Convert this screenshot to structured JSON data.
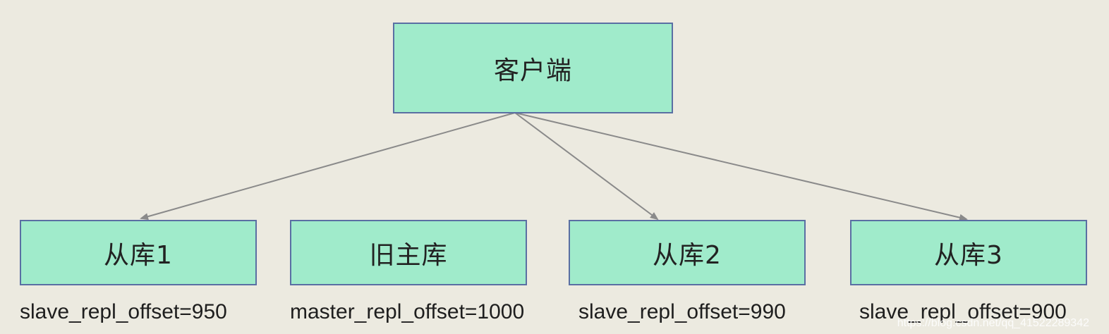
{
  "nodes": {
    "client": "客户端",
    "slave1": "从库1",
    "old_master": "旧主库",
    "slave2": "从库2",
    "slave3": "从库3"
  },
  "captions": {
    "slave1": "slave_repl_offset=950",
    "old_master": "master_repl_offset=1000",
    "slave2": "slave_repl_offset=990",
    "slave3": "slave_repl_offset=900"
  },
  "watermark": "https://blog.csdn.net/qq_41522289342",
  "colors": {
    "background": "#ECEAE0",
    "node_fill": "#A0EBCB",
    "node_border": "#5A6FA3",
    "edge": "#8A8A8A"
  }
}
